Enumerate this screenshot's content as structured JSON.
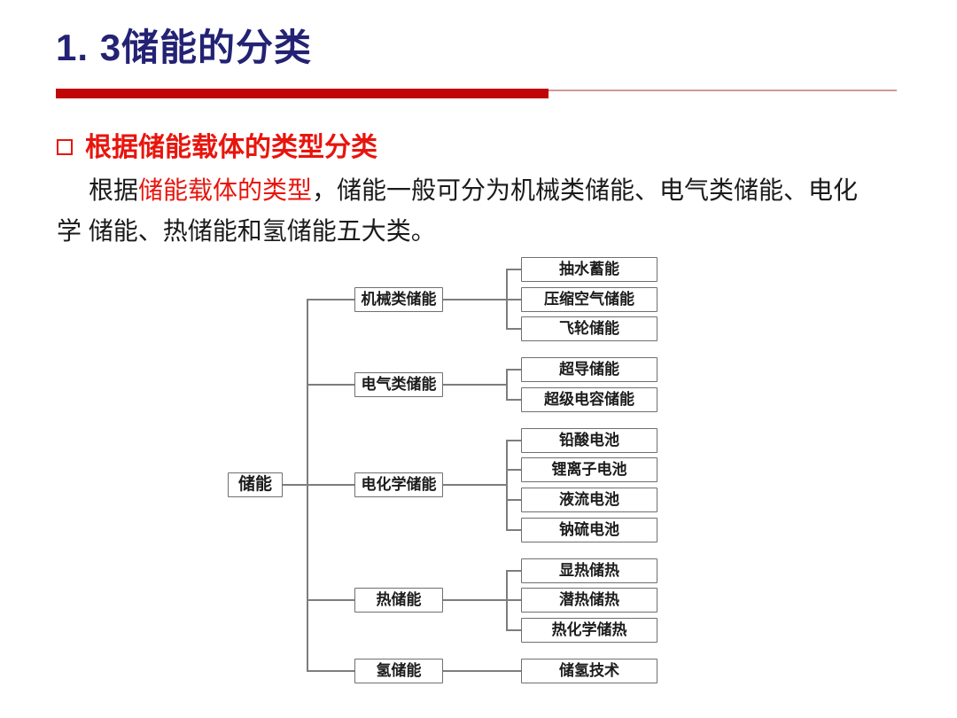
{
  "slide": {
    "title": "1. 3储能的分类",
    "section_heading": "根据储能载体的类型分类",
    "paragraph": {
      "line1": [
        {
          "t": "根据",
          "red": false
        },
        {
          "t": "储能载体的类型",
          "red": true
        },
        {
          "t": "，储能一般可分为机械类储能、电气类储能、电化",
          "red": false
        }
      ],
      "line2": [
        {
          "t": "学 储能、热储能和氢储能五大类。",
          "red": false
        }
      ]
    }
  },
  "colors": {
    "title_navy": "#232274",
    "accent_red": "#e8150e",
    "bar_red": "#c00606",
    "bar_thin_pink": "#d09a9a",
    "diagram_line_gray": "#7d7d7d",
    "box_border_gray": "#6f6f6f"
  },
  "diagram": {
    "root": "储能",
    "groups": [
      {
        "label": "机械类储能",
        "children": [
          "抽水蓄能",
          "压缩空气储能",
          "飞轮储能"
        ]
      },
      {
        "label": "电气类储能",
        "children": [
          "超导储能",
          "超级电容储能"
        ]
      },
      {
        "label": "电化学储能",
        "children": [
          "铅酸电池",
          "锂离子电池",
          "液流电池",
          "钠硫电池"
        ]
      },
      {
        "label": "热储能",
        "children": [
          "显热储热",
          "潜热储热",
          "热化学储热"
        ]
      },
      {
        "label": "氢储能",
        "children": [
          "储氢技术"
        ]
      }
    ]
  }
}
